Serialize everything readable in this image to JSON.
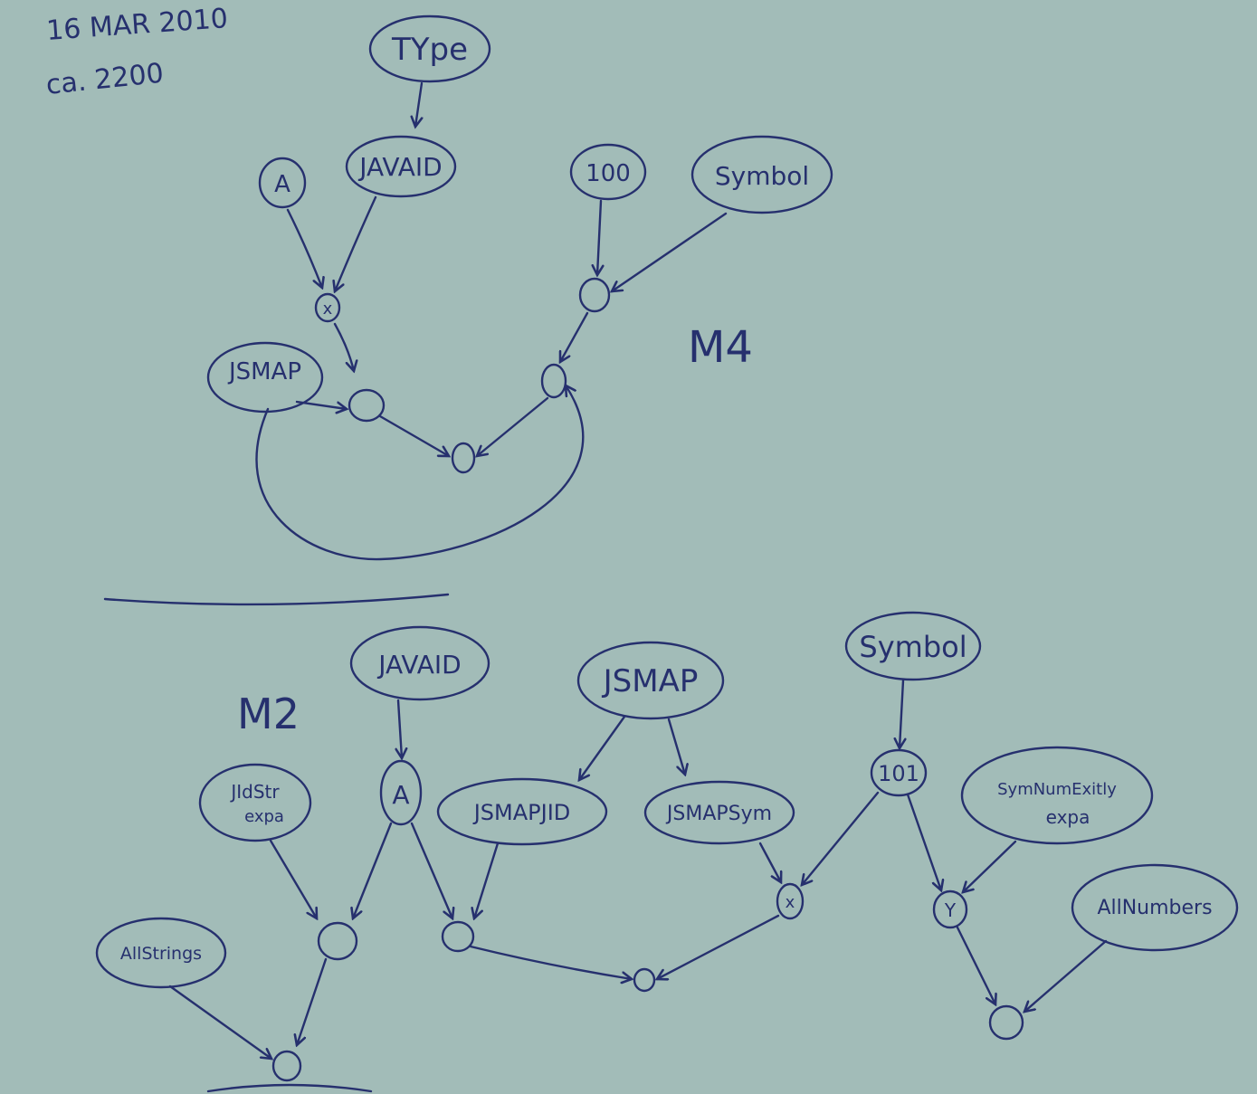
{
  "header": {
    "date": "16 MAR 2010",
    "time": "ca. 2200"
  },
  "m4": {
    "label": "M4",
    "nodes": {
      "type": "TYpe",
      "a": "A",
      "javaid": "JAVAID",
      "n100": "100",
      "symbol": "Symbol",
      "x": "x",
      "jsmap": "JSMAP"
    }
  },
  "m2": {
    "label": "M2",
    "nodes": {
      "javaid": "JAVAID",
      "jsmap": "JSMAP",
      "symbol": "Symbol",
      "jidstr_l1": "JIdStr",
      "jidstr_l2": "expa",
      "a": "A",
      "jsmapjid": "JSMAPJID",
      "jsmapsym": "JSMAPSym",
      "n101": "101",
      "symnum_l1": "SymNumExitly",
      "symnum_l2": "expa",
      "allstrings": "AllStrings",
      "x": "x",
      "y": "Y",
      "allnumbers": "AllNumbers"
    }
  },
  "colors": {
    "ink": "#26306e",
    "paper": "#a2bcb8"
  }
}
